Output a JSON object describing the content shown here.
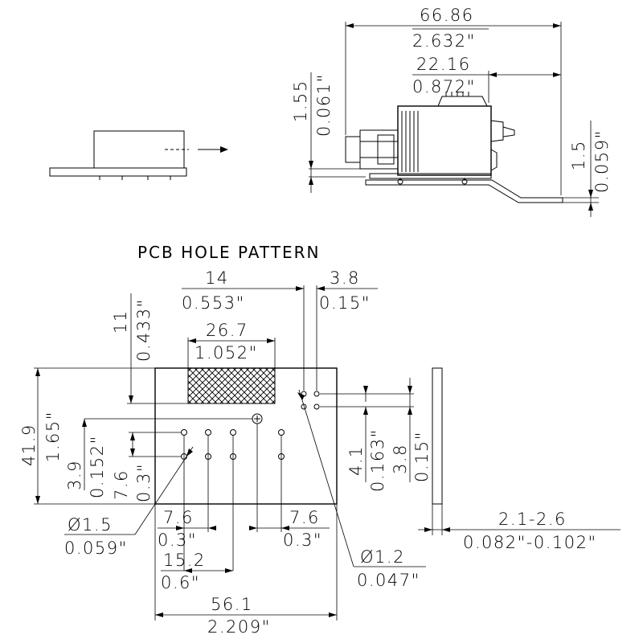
{
  "title": "PCB HOLE PATTERN",
  "side_view": {
    "overall_width": {
      "mm": "66.86",
      "in": "2.632\""
    },
    "pin_offset": {
      "mm": "22.16",
      "in": "0.872\""
    },
    "body_offset": {
      "mm": "1.55",
      "in": "0.061\""
    },
    "pin_drop": {
      "mm": "1.5",
      "in": "0.059\""
    }
  },
  "hole_pattern": {
    "top_left": {
      "mm": "14",
      "in": "0.553\""
    },
    "top_right": {
      "mm": "3.8",
      "in": "0.15\""
    },
    "keepout_height": {
      "mm": "11",
      "in": "0.433\""
    },
    "keepout_width": {
      "mm": "26.7",
      "in": "1.052\""
    },
    "overall_height": {
      "mm": "41.9",
      "in": "1.65\""
    },
    "row_offset": {
      "mm": "3.9",
      "in": "0.152\""
    },
    "row_pitch": {
      "mm": "7.6",
      "in": "0.3\""
    },
    "right_a": {
      "mm": "4.1",
      "in": "0.163\""
    },
    "right_b": {
      "mm": "3.8",
      "in": "0.15\""
    },
    "small_hole": {
      "mm": "Ø1.5",
      "in": "0.059\""
    },
    "large_hole": {
      "mm": "Ø1.2",
      "in": "0.047\""
    },
    "pitch_left": {
      "mm": "7.6",
      "in": "0.3\""
    },
    "pitch_right": {
      "mm": "7.6",
      "in": "0.3\""
    },
    "pitch_double": {
      "mm": "15.2",
      "in": "0.6\""
    },
    "overall_width": {
      "mm": "56.1",
      "in": "2.209\""
    },
    "panel_thickness": {
      "mm": "2.1-2.6",
      "in": "0.082\"-0.102\""
    }
  }
}
